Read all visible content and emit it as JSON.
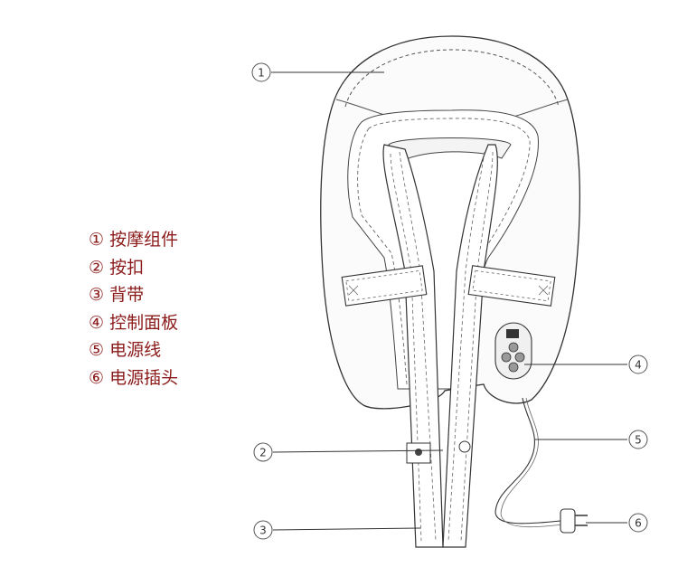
{
  "legend": [
    {
      "num": "①",
      "label": "按摩组件"
    },
    {
      "num": "②",
      "label": "按扣"
    },
    {
      "num": "③",
      "label": "背带"
    },
    {
      "num": "④",
      "label": "控制面板"
    },
    {
      "num": "⑤",
      "label": "电源线"
    },
    {
      "num": "⑥",
      "label": "电源插头"
    }
  ],
  "callouts": [
    "1",
    "2",
    "3",
    "4",
    "5",
    "6"
  ],
  "colors": {
    "legend_text": "#8b1a1a",
    "line": "#333333"
  }
}
